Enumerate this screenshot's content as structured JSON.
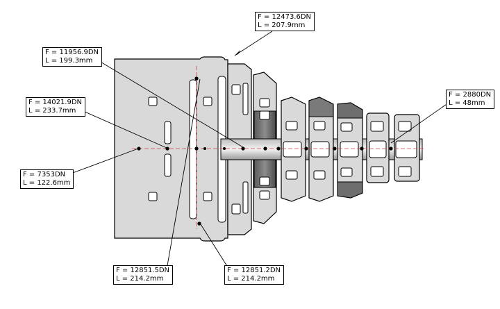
{
  "callouts": [
    {
      "id": "c1",
      "force": "F = 12473.6DN",
      "length": "L = 207.9mm"
    },
    {
      "id": "c2",
      "force": "F = 11956.9DN",
      "length": "L = 199.3mm"
    },
    {
      "id": "c3",
      "force": "F = 14021.9DN",
      "length": "L = 233.7mm"
    },
    {
      "id": "c4",
      "force": "F = 7353DN",
      "length": "L = 122.6mm"
    },
    {
      "id": "c5",
      "force": "F = 2880DN",
      "length": "L = 48mm"
    },
    {
      "id": "c6",
      "force": "F = 12851.5DN",
      "length": "L = 214.2mm"
    },
    {
      "id": "c7",
      "force": "F = 12851.2DN",
      "length": "L = 214.2mm"
    }
  ],
  "colors": {
    "plate_fill": "#d9d9d9",
    "plate_stroke": "#000000",
    "dark_fill": "#6e6e6e",
    "slot_fill": "#ffffff",
    "centerline": "#d04040"
  }
}
